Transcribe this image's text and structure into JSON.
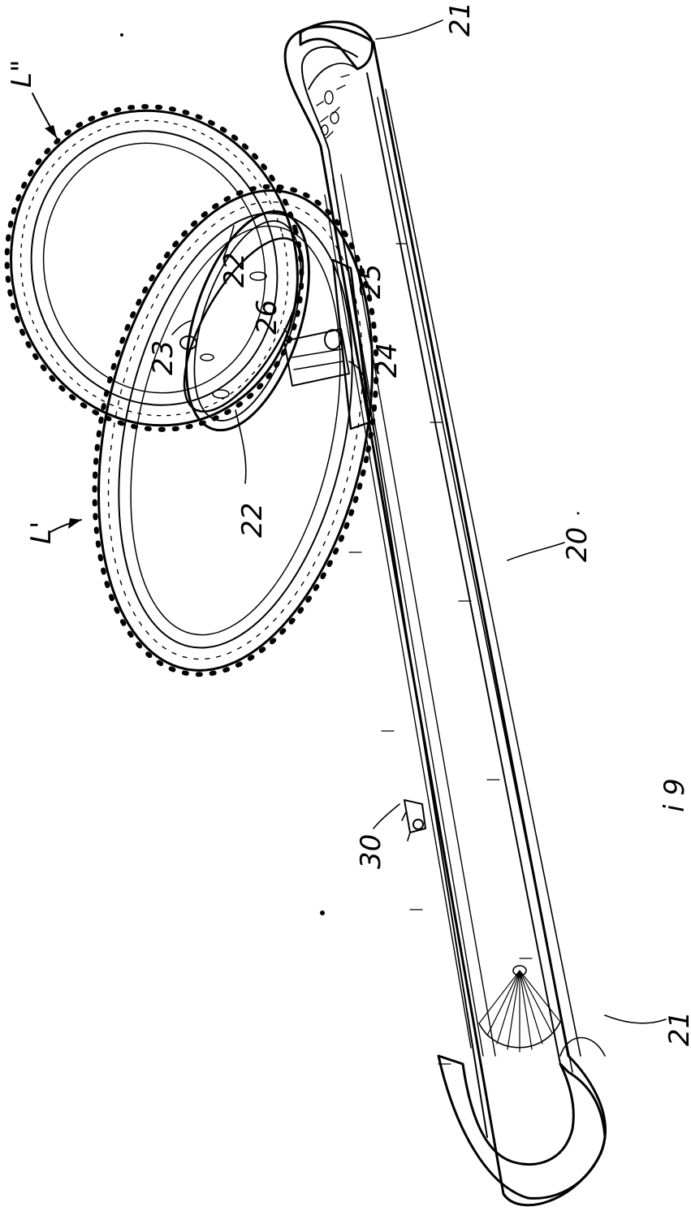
{
  "labels": {
    "l_double": "L\"",
    "l_single": "L'",
    "n21_top": "21",
    "n21_bottom": "21",
    "n20": "20",
    "n22_a": "22",
    "n22_b": "22",
    "n23": "23",
    "n24": "24",
    "n25": "25",
    "n26": "26",
    "n30": "30",
    "fig": "i 9"
  },
  "colors": {
    "ink": "#000000",
    "paper": "#ffffff"
  }
}
